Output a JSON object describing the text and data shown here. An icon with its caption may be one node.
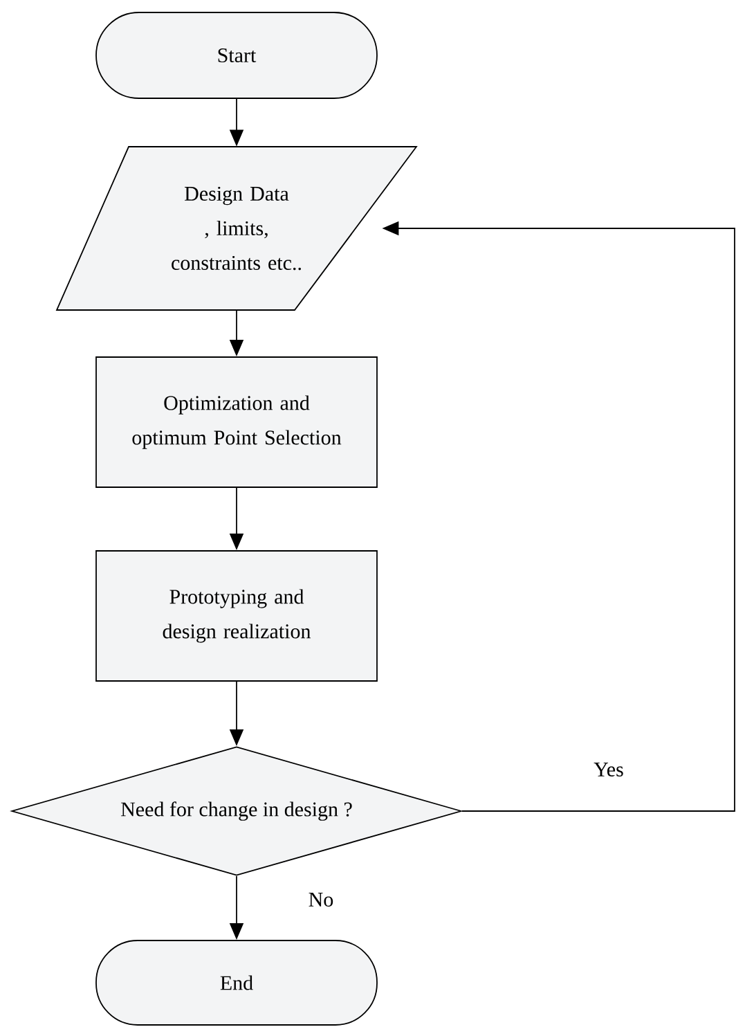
{
  "diagram": {
    "nodes": [
      {
        "text": [
          "Start"
        ]
      },
      {
        "text": [
          "Design Data , limits, constraints etc.."
        ]
      },
      {
        "text": [
          "Optimization and optimum Point Selection"
        ]
      },
      {
        "text": [
          "Prototyping and design realization"
        ]
      },
      {
        "text": [
          "Need for change in design ?"
        ]
      },
      {
        "text": [
          "End"
        ]
      }
    ],
    "edges": [
      {
        "from": 0,
        "to": 1,
        "arrow": "to"
      },
      {
        "from": 1,
        "to": 2,
        "arrow": "to"
      },
      {
        "from": 2,
        "to": 3,
        "arrow": "to"
      },
      {
        "from": 3,
        "to": 4,
        "arrow": "to"
      },
      {
        "from": 4,
        "to": 1,
        "arrow": "to",
        "label": "Yes"
      },
      {
        "from": 4,
        "to": 5,
        "arrow": "to",
        "label": "No"
      }
    ]
  }
}
